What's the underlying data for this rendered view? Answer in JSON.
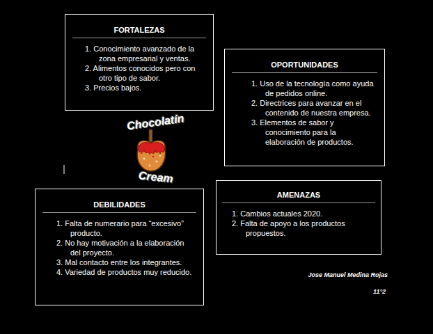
{
  "diagram": {
    "nodes": [
      {
        "text": [
          "FORTALEZAS",
          "1. Conocimiento avanzado de la zona empresarial y ventas.",
          "2. Alimentos conocidos pero con otro tipo de sabor.",
          "3. Precios bajos."
        ]
      },
      {
        "text": [
          "OPORTUNIDADES",
          "1. Uso de la tecnología como ayuda de pedidos online.",
          "2. Directrices para avanzar en el contenido de nuestra empresa.",
          "3. Elementos de sabor y conocimiento para la elaboración de productos."
        ]
      },
      {
        "text": [
          "DEBILIDADES",
          "1. Falta de numerario para “excesivo” producto.",
          "2. No hay motivación a la elaboración del proyecto.",
          "3. Mal contacto entre los integrantes.",
          "4. Variedad de productos muy reducido."
        ]
      },
      {
        "text": [
          "AMENAZAS",
          "1. Cambios actuales 2020.",
          "2. Falta de apoyo a los productos propuestos."
        ]
      }
    ],
    "labels": [
      "Chocolatín",
      "Cream",
      "Jose Manuel Medina Rojas",
      "11°2"
    ]
  }
}
